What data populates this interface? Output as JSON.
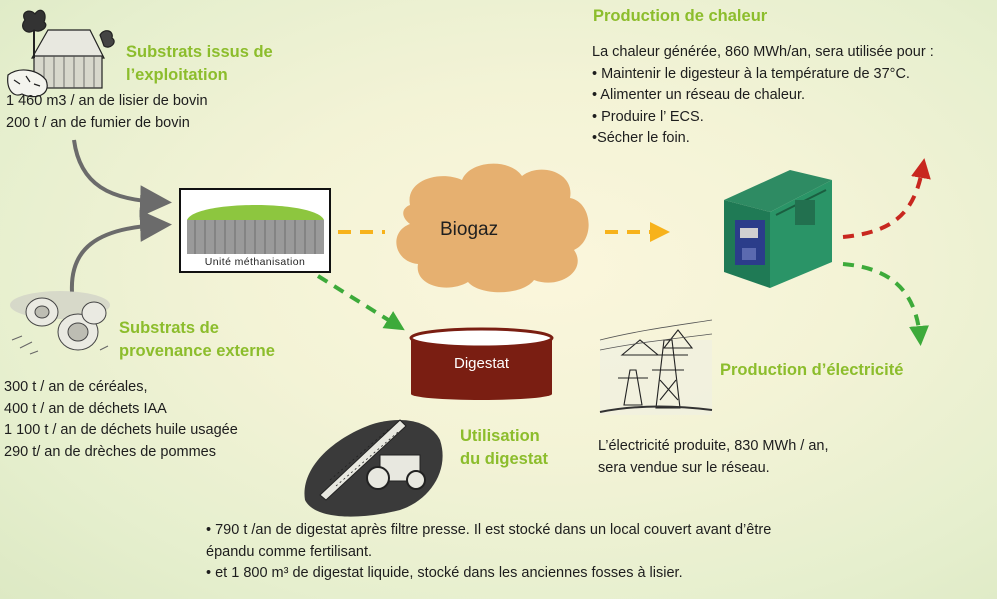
{
  "substrats_exploitation": {
    "title_lines": [
      "Substrats issus de",
      "l’exploitation"
    ],
    "items": [
      "1 460 m3 / an de lisier de bovin",
      "200 t / an de fumier de bovin"
    ]
  },
  "substrats_externe": {
    "title_lines": [
      "Substrats de",
      "provenance externe"
    ],
    "items": [
      "300 t / an de céréales,",
      "400 t / an de déchets IAA",
      "1 100 t / an de déchets huile usagée",
      "290 t/ an de drèches de pommes"
    ]
  },
  "unite": {
    "label": "Unité méthanisation"
  },
  "biogaz": {
    "label": "Biogaz"
  },
  "digestat": {
    "label": "Digestat"
  },
  "chaleur": {
    "title": "Production de chaleur",
    "intro": "La chaleur générée, 860 MWh/an, sera utilisée pour :",
    "items": [
      "• Maintenir le digesteur à la température de 37°C.",
      "• Alimenter un réseau de chaleur.",
      "• Produire l’ ECS.",
      "•Sécher le foin."
    ]
  },
  "electricite": {
    "title": "Production d’électricité",
    "text_lines": [
      "L’électricité produite, 830 MWh / an,",
      "sera vendue sur le réseau."
    ]
  },
  "digestat_usage": {
    "title_lines": [
      "Utilisation",
      "du digestat"
    ],
    "items": [
      "• 790 t /an de digestat après filtre presse. Il est stocké dans un local couvert avant d’être",
      "épandu comme fertilisant.",
      "• et 1 800 m³ de digestat liquide, stocké dans les anciennes fosses à lisier."
    ]
  },
  "colors": {
    "title_green": "#8cbd2c",
    "biogaz_cloud": "#e6b070",
    "digestat_fill": "#7a1e12",
    "digester_dome": "#8dc63f",
    "arrow_gray": "#6b6b6b",
    "arrow_orange": "#f7b21b",
    "arrow_green": "#3daa3a",
    "arrow_red": "#c8271f"
  }
}
